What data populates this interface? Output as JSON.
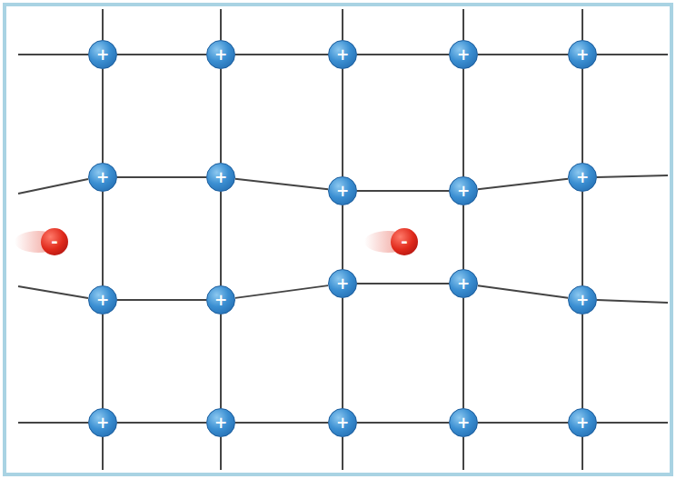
{
  "diagram": {
    "nodes": [
      {
        "text": [
          "+"
        ]
      },
      {
        "text": [
          "+"
        ]
      },
      {
        "text": [
          "+"
        ]
      },
      {
        "text": [
          "+"
        ]
      },
      {
        "text": [
          "+"
        ]
      },
      {
        "text": [
          "+"
        ]
      },
      {
        "text": [
          "+"
        ]
      },
      {
        "text": [
          "+"
        ]
      },
      {
        "text": [
          "+"
        ]
      },
      {
        "text": [
          "+"
        ]
      },
      {
        "text": [
          "-"
        ]
      },
      {
        "text": [
          "-"
        ]
      },
      {
        "text": [
          "+"
        ]
      },
      {
        "text": [
          "+"
        ]
      },
      {
        "text": [
          "+"
        ]
      },
      {
        "text": [
          "+"
        ]
      },
      {
        "text": [
          "+"
        ]
      },
      {
        "text": [
          "+"
        ]
      },
      {
        "text": [
          "+"
        ]
      },
      {
        "text": [
          "+"
        ]
      },
      {
        "text": [
          "+"
        ]
      },
      {
        "text": [
          "+"
        ]
      }
    ],
    "edges": [
      {
        "from": 0,
        "to": 1,
        "arrow": "none"
      },
      {
        "from": 1,
        "to": 2,
        "arrow": "none"
      },
      {
        "from": 2,
        "to": 3,
        "arrow": "none"
      },
      {
        "from": 3,
        "to": 4,
        "arrow": "none"
      },
      {
        "from": 5,
        "to": 6,
        "arrow": "none"
      },
      {
        "from": 6,
        "to": 7,
        "arrow": "none"
      },
      {
        "from": 7,
        "to": 8,
        "arrow": "none"
      },
      {
        "from": 8,
        "to": 9,
        "arrow": "none"
      },
      {
        "from": 12,
        "to": 13,
        "arrow": "none"
      },
      {
        "from": 13,
        "to": 14,
        "arrow": "none"
      },
      {
        "from": 14,
        "to": 15,
        "arrow": "none"
      },
      {
        "from": 15,
        "to": 16,
        "arrow": "none"
      },
      {
        "from": 17,
        "to": 18,
        "arrow": "none"
      },
      {
        "from": 18,
        "to": 19,
        "arrow": "none"
      },
      {
        "from": 19,
        "to": 20,
        "arrow": "none"
      },
      {
        "from": 20,
        "to": 21,
        "arrow": "none"
      },
      {
        "from": 0,
        "to": 5,
        "arrow": "none"
      },
      {
        "from": 5,
        "to": 12,
        "arrow": "none"
      },
      {
        "from": 12,
        "to": 17,
        "arrow": "none"
      },
      {
        "from": 1,
        "to": 6,
        "arrow": "none"
      },
      {
        "from": 6,
        "to": 13,
        "arrow": "none"
      },
      {
        "from": 13,
        "to": 18,
        "arrow": "none"
      },
      {
        "from": 2,
        "to": 7,
        "arrow": "none"
      },
      {
        "from": 7,
        "to": 14,
        "arrow": "none"
      },
      {
        "from": 14,
        "to": 19,
        "arrow": "none"
      },
      {
        "from": 3,
        "to": 8,
        "arrow": "none"
      },
      {
        "from": 8,
        "to": 15,
        "arrow": "none"
      },
      {
        "from": 15,
        "to": 20,
        "arrow": "none"
      },
      {
        "from": 4,
        "to": 9,
        "arrow": "none"
      },
      {
        "from": 9,
        "to": 16,
        "arrow": "none"
      },
      {
        "from": 16,
        "to": 21,
        "arrow": "none"
      }
    ]
  }
}
